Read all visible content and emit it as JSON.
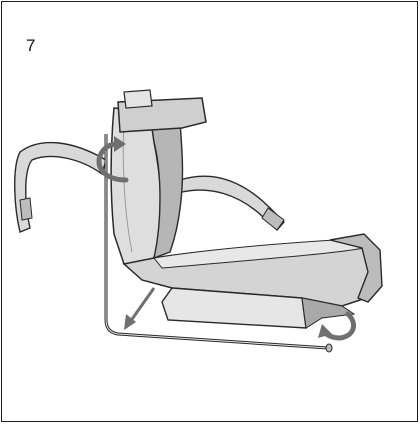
{
  "step": {
    "number": "7"
  },
  "colors": {
    "frame": "#1f1f1f",
    "fabric_light": "#dcdcdc",
    "fabric_mid": "#b9b9b9",
    "fabric_dark": "#8d8d8d",
    "outline": "#2a2a2a",
    "arrow": "#6f6f6f"
  },
  "icons": {
    "rotate_arrow_left": "curved-rotate-arrow",
    "rotate_arrow_right": "curved-rotate-arrow",
    "down_arrow": "diagonal-down-arrow"
  }
}
